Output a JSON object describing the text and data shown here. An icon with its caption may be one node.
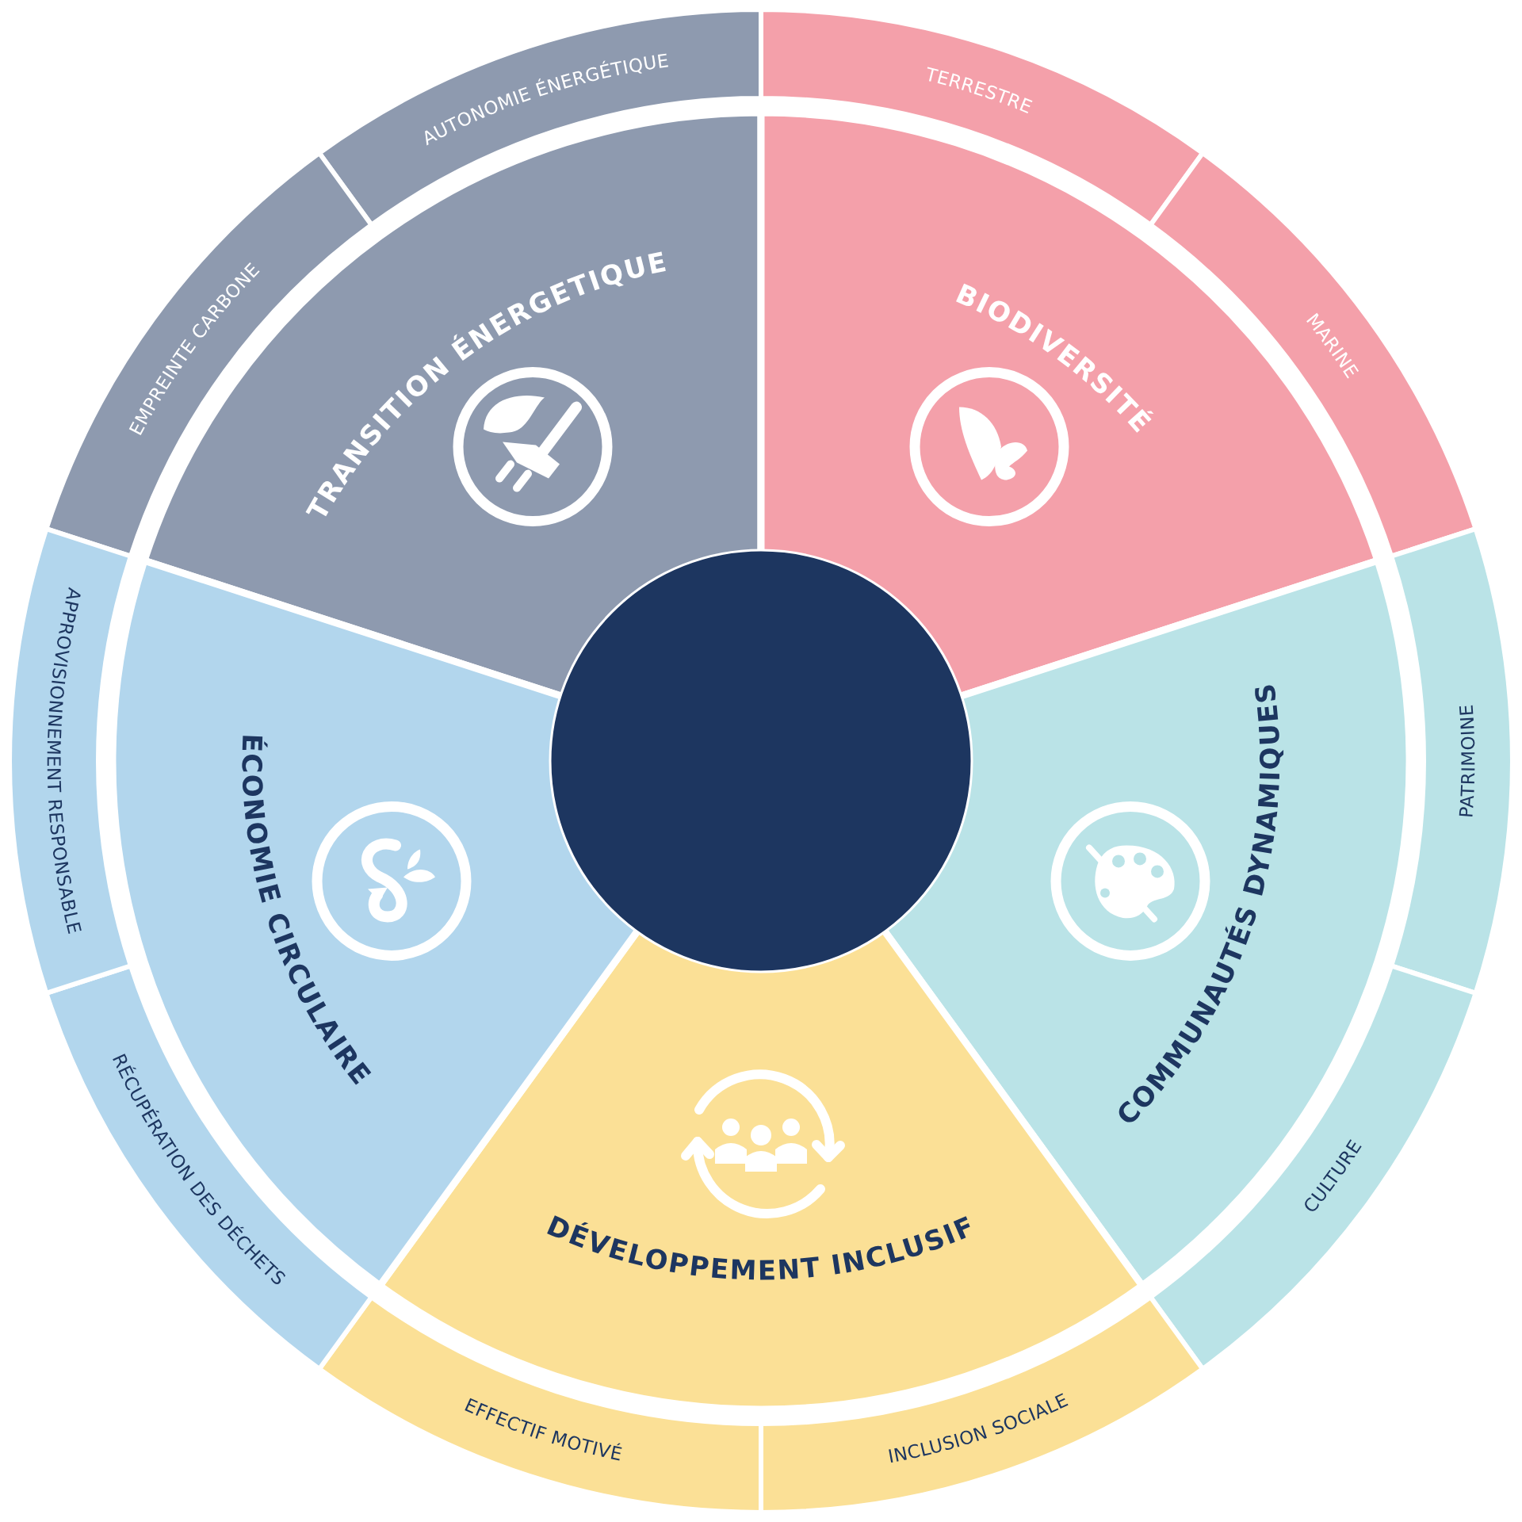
{
  "diagram": {
    "nodes": [
      {
        "text": [],
        "shape": "circle"
      },
      {
        "text": [
          "TRANSITION ÉNERGETIQUE"
        ]
      },
      {
        "text": [
          "AUTONOMIE ÉNERGÉTIQUE"
        ]
      },
      {
        "text": [
          "EMPREINTE CARBONE"
        ]
      },
      {
        "text": [
          "BIODIVERSITÉ"
        ]
      },
      {
        "text": [
          "TERRESTRE"
        ]
      },
      {
        "text": [
          "MARINE"
        ]
      },
      {
        "text": [
          "COMMUNAUTÉS DYNAMIQUES"
        ]
      },
      {
        "text": [
          "PATRIMOINE"
        ]
      },
      {
        "text": [
          "CULTURE"
        ]
      },
      {
        "text": [
          "DÉVELOPPEMENT INCLUSIF"
        ]
      },
      {
        "text": [
          "INCLUSION SOCIALE"
        ]
      },
      {
        "text": [
          "EFFECTIF MOTIVÉ"
        ]
      },
      {
        "text": [
          "ÉCONOMIE CIRCULAIRE"
        ]
      },
      {
        "text": [
          "RÉCUPÉRATION DES DÉCHETS"
        ]
      },
      {
        "text": [
          "APPROVISIONNEMENT RESPONSABLE"
        ]
      }
    ]
  }
}
